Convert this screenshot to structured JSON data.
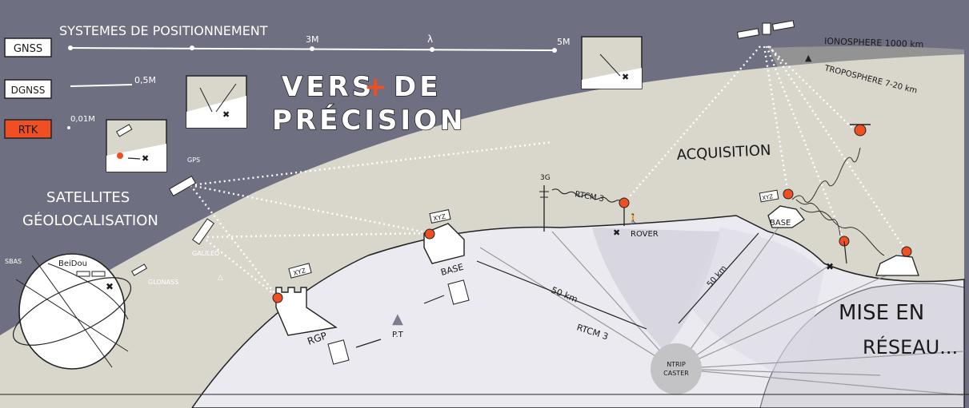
{
  "levels": [
    {
      "label": "GNSS",
      "accuracy_max": "5M",
      "accuracy_mid": "3M",
      "accuracy_sym": "λ"
    },
    {
      "label": "DGNSS",
      "accuracy": "0,5M"
    },
    {
      "label": "RTK",
      "accuracy": "0,01M"
    }
  ],
  "header": {
    "systems_title": "SYSTEMES DE POSITIONNEMENT",
    "main_title_1a": "VERS",
    "main_title_plus": "+",
    "main_title_1b": "DE",
    "main_title_2": "PRÉCISION"
  },
  "atmosphere": {
    "ionosphere": "IONOSPHERE 1000 km",
    "troposphere": "TROPOSPHERE 7-20 km"
  },
  "satellites": {
    "title_1": "SATELLITES",
    "title_2": "GÉOLOCALISATION",
    "gps": "GPS",
    "galileo": "GALILEO",
    "sbas": "SBAS",
    "beidou": "BeiDou",
    "glonass": "GLONASS"
  },
  "ground": {
    "rgp": "RGP",
    "pt": "P.T",
    "base_left": "BASE",
    "xyz": "XYZ",
    "rtcm_1": "RTCM 3",
    "rtcm_2": "RTCM 3",
    "net_3g": "3G",
    "rover": "ROVER",
    "dist_1": "50 km",
    "dist_2": "50 km",
    "base_right": "BASE",
    "acquisition": "ACQUISITION",
    "ntrip_1": "NTRIP",
    "ntrip_2": "CASTER",
    "network_1": "MISE EN",
    "network_2": "RÉSEAU..."
  },
  "colors": {
    "space": "#6e6f80",
    "land": "#d9d6cc",
    "ground": "#eceaf1",
    "accent": "#f04e23"
  }
}
